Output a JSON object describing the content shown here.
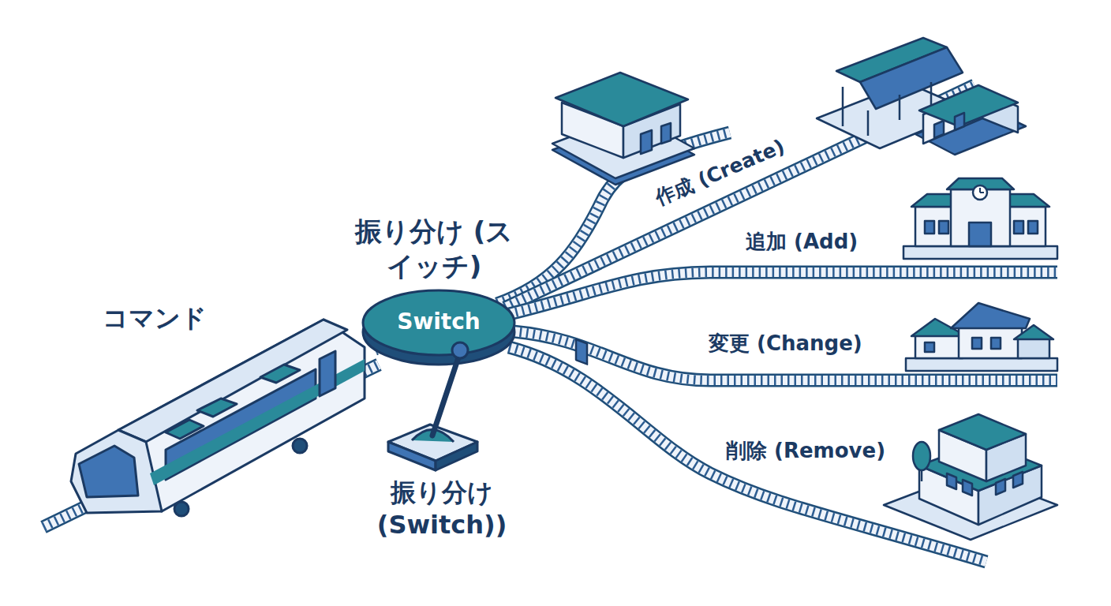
{
  "diagram": {
    "nodes": [
      {
        "text": [
          "コマンド"
        ]
      },
      {
        "text": [
          "Switch"
        ]
      }
    ],
    "edges": [
      {
        "from": 0,
        "to": 1,
        "arrow": "none"
      }
    ],
    "labels": [
      "振り分け (スイッチ)",
      "振り分け (Switch))",
      "作成 (Create)",
      "追加 (Add)",
      "変更 (Change)",
      "削除 (Remove)"
    ]
  }
}
